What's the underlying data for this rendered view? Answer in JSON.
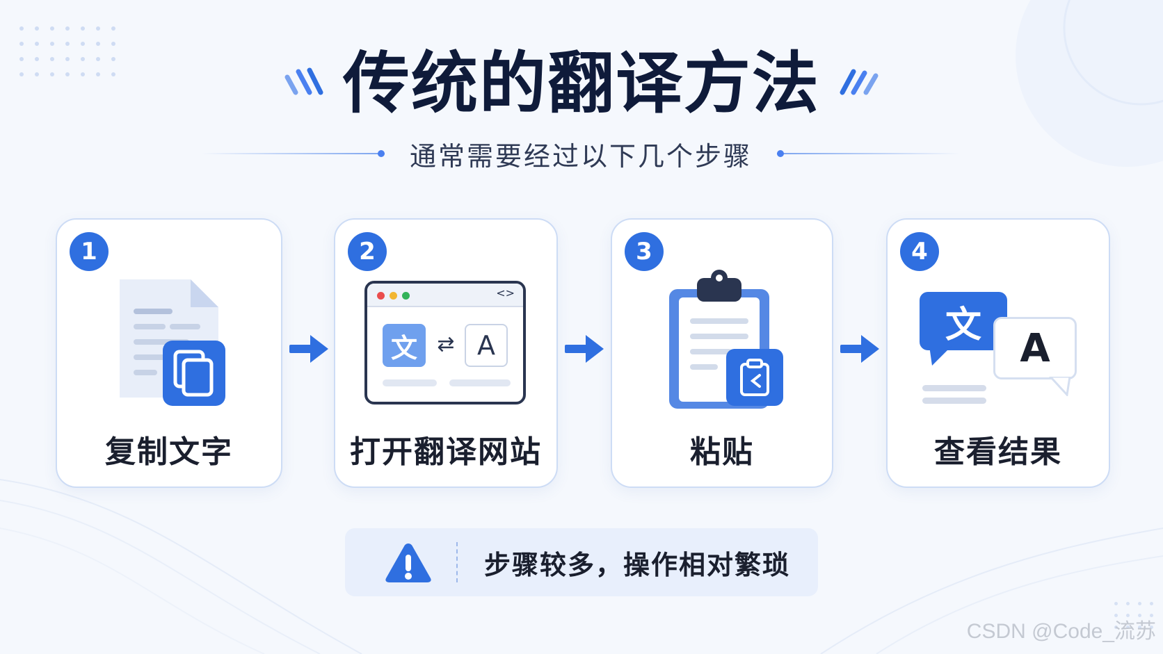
{
  "title": "传统的翻译方法",
  "subtitle": "通常需要经过以下几个步骤",
  "steps": [
    {
      "number": "1",
      "label": "复制文字",
      "icon": "copy-document-icon"
    },
    {
      "number": "2",
      "label": "打开翻译网站",
      "icon": "browser-translate-icon",
      "source_char": "文",
      "swap_glyph": "⇄",
      "target_char": "A"
    },
    {
      "number": "3",
      "label": "粘贴",
      "icon": "clipboard-paste-icon"
    },
    {
      "number": "4",
      "label": "查看结果",
      "icon": "translation-bubbles-icon",
      "source_char": "文",
      "target_char": "A"
    }
  ],
  "note": {
    "icon": "warning-icon",
    "text": "步骤较多，操作相对繁琐"
  },
  "watermark": "CSDN @Code_流苏",
  "colors": {
    "accent": "#2f6fe0",
    "title": "#0f1b3a",
    "card_border": "#cddcf5",
    "note_bg": "#e8effc"
  }
}
